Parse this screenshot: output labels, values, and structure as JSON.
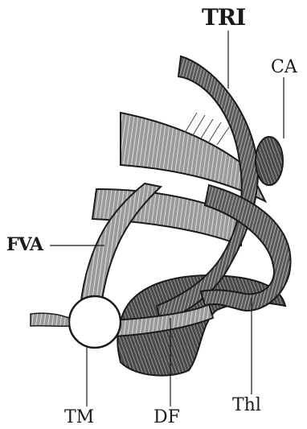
{
  "labels": {
    "tri": "TRI",
    "ca": "CA",
    "fva": "FVA",
    "tm": "TM",
    "df": "DF",
    "thi": "Thl"
  }
}
